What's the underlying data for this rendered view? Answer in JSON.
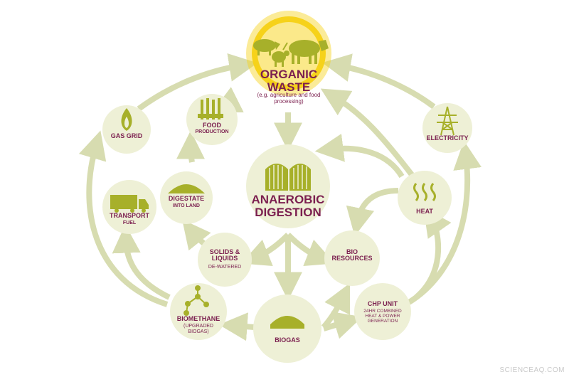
{
  "nodes": {
    "organic_waste": {
      "title": "ORGANIC WASTE",
      "subtitle": "(e.g. agriculture and food processing)"
    },
    "anaerobic_digestion": {
      "title": "ANAEROBIC DIGESTION"
    },
    "gas_grid": {
      "title": "GAS GRID"
    },
    "food_production": {
      "title": "FOOD",
      "subtitle": "PRODUCTION"
    },
    "electricity": {
      "title": "ELECTRICITY"
    },
    "transport": {
      "title": "TRANSPORT",
      "subtitle": "FUEL"
    },
    "digestate": {
      "title": "DIGESTATE",
      "subtitle": "INTO LAND"
    },
    "heat": {
      "title": "HEAT"
    },
    "solids_liquids": {
      "title": "SOLIDS & LIQUIDS",
      "subtitle": "DE-WATERED"
    },
    "bio_resources": {
      "title": "BIO RESOURCES"
    },
    "biomethane": {
      "title": "BIOMETHANE",
      "subtitle": "(UPGRADED BIOGAS)"
    },
    "biogas": {
      "title": "BIOGAS"
    },
    "chp_unit": {
      "title": "CHP UNIT",
      "subtitle": "24HR COMBINED HEAT & POWER GENERATION"
    }
  },
  "watermark": "SCIENCEAQ.COM",
  "colors": {
    "circle_fill": "#eef0d6",
    "arrow": "#d7dcb0",
    "label": "#7b1f4f",
    "icon": "#a7b02a",
    "sun": "#f6d21a"
  }
}
